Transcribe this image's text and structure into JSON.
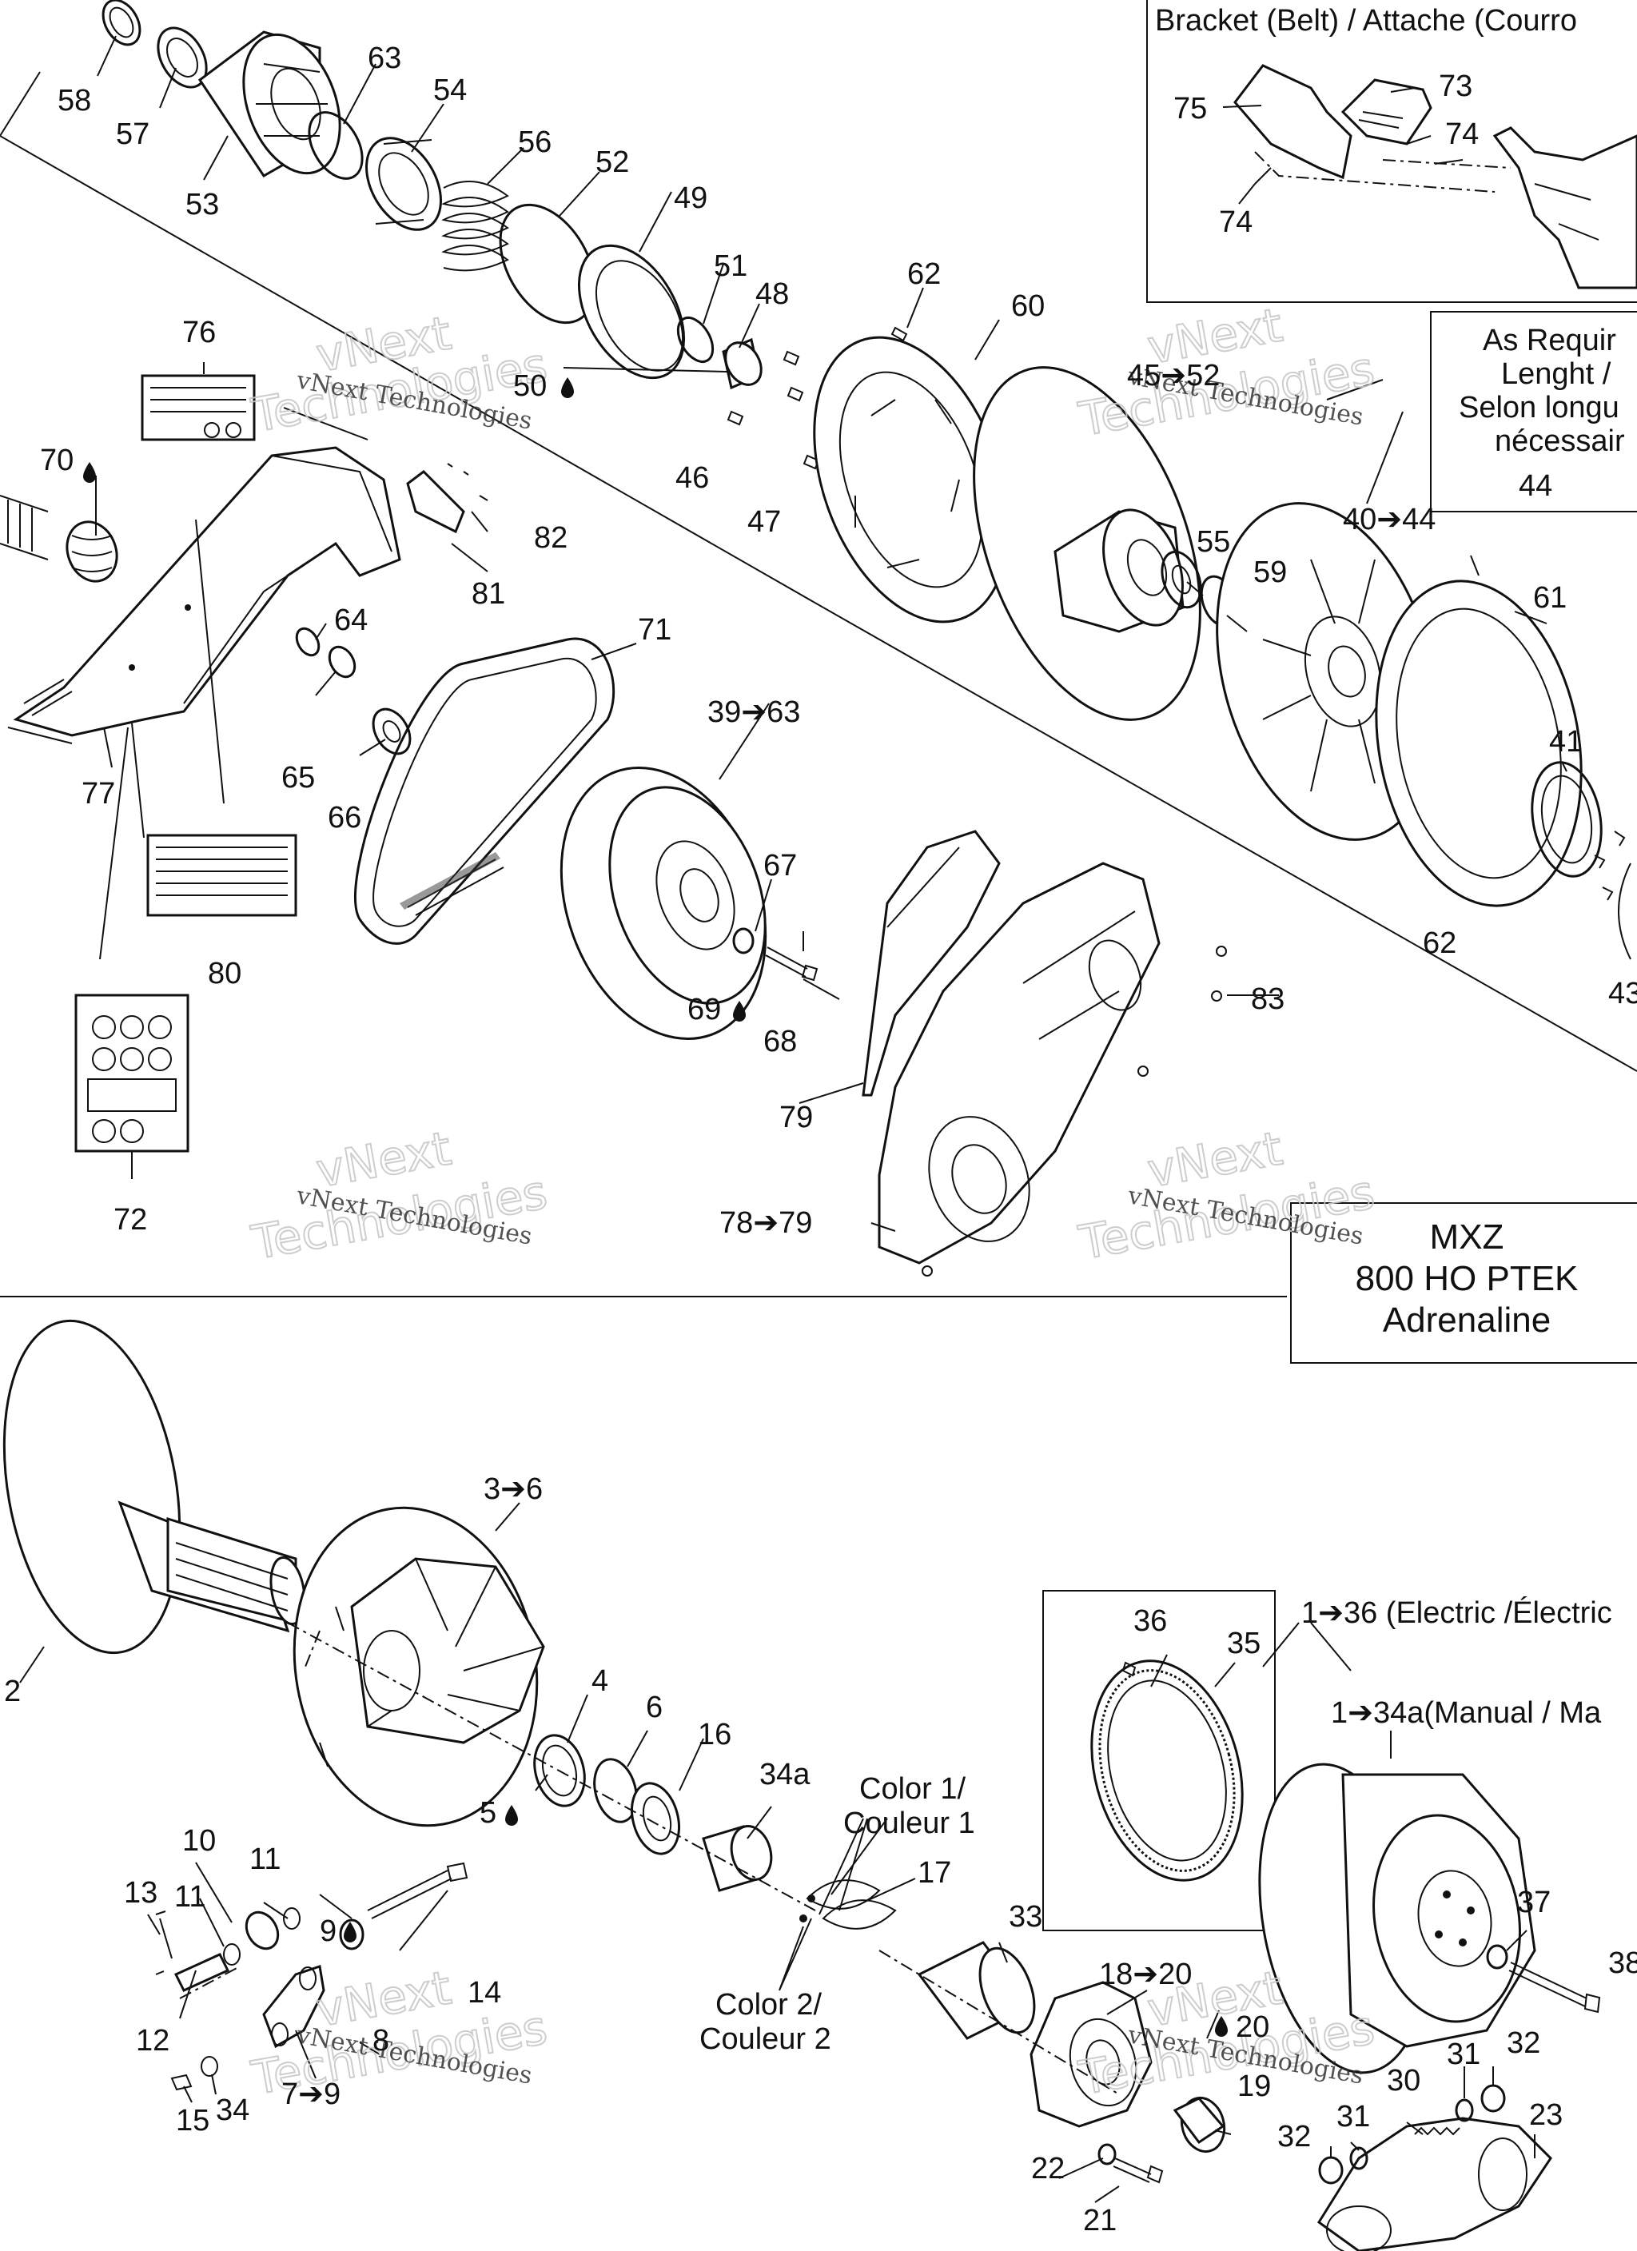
{
  "bracket_box": {
    "title": "Bracket (Belt) / Attache (Courro"
  },
  "as_required_box": {
    "lines": [
      "As Requir",
      "Lenght /",
      "Selon longu",
      "nécessair"
    ]
  },
  "model_box": {
    "line1": "MXZ",
    "line2": "800 HO PTEK",
    "line3": "Adrenaline"
  },
  "electric_label": "1➔36 (Electric /Électric",
  "manual_label": "1➔34a(Manual / Ma",
  "color1_label": [
    "Color 1/",
    "Couleur 1"
  ],
  "color2_label": [
    "Color 2/",
    "Couleur 2"
  ],
  "watermark": {
    "line1": "vNext",
    "line2": "Technologies",
    "caption": "vNext Technologies"
  },
  "callouts": {
    "c58": "58",
    "c57": "57",
    "c53": "53",
    "c63a": "63",
    "c54": "54",
    "c56": "56",
    "c52": "52",
    "c49": "49",
    "c51": "51",
    "c48": "48",
    "c62a": "62",
    "c60": "60",
    "c75": "75",
    "c73": "73",
    "c74a": "74",
    "c74b": "74",
    "c76": "76",
    "c70": "70",
    "c50": "50",
    "c46a": "46",
    "c47": "47",
    "c4552": "45➔52",
    "c44": "44",
    "c4044": "40➔44",
    "c55": "55",
    "c59": "59",
    "c61": "61",
    "c82": "82",
    "c81": "81",
    "c64": "64",
    "c71": "71",
    "c3963": "39➔63",
    "c41": "41",
    "c65": "65",
    "c66": "66",
    "c77": "77",
    "c67": "67",
    "c62b": "62",
    "c80": "80",
    "c69": "69",
    "c68": "68",
    "c83": "83",
    "c43": "43",
    "c79": "79",
    "c72": "72",
    "c7879": "78➔79",
    "c36": "36",
    "c35": "35",
    "c2": "2",
    "c4": "4",
    "c6": "6",
    "c16": "16",
    "c34a": "34a",
    "c5": "5",
    "c17": "17",
    "c10": "10",
    "c11a": "11",
    "c11b": "11",
    "c13": "13",
    "c9": "9",
    "c33": "33",
    "c37": "37",
    "c38": "38",
    "c1820": "18➔20",
    "c14": "14",
    "c12": "12",
    "c8": "8",
    "c20": "20",
    "c31a": "31",
    "c32a": "32",
    "c30": "30",
    "c19": "19",
    "c23": "23",
    "c15": "15",
    "c34": "34",
    "c79b": "7➔9",
    "c22": "22",
    "c32b": "32",
    "c31b": "31",
    "c21": "21"
  }
}
